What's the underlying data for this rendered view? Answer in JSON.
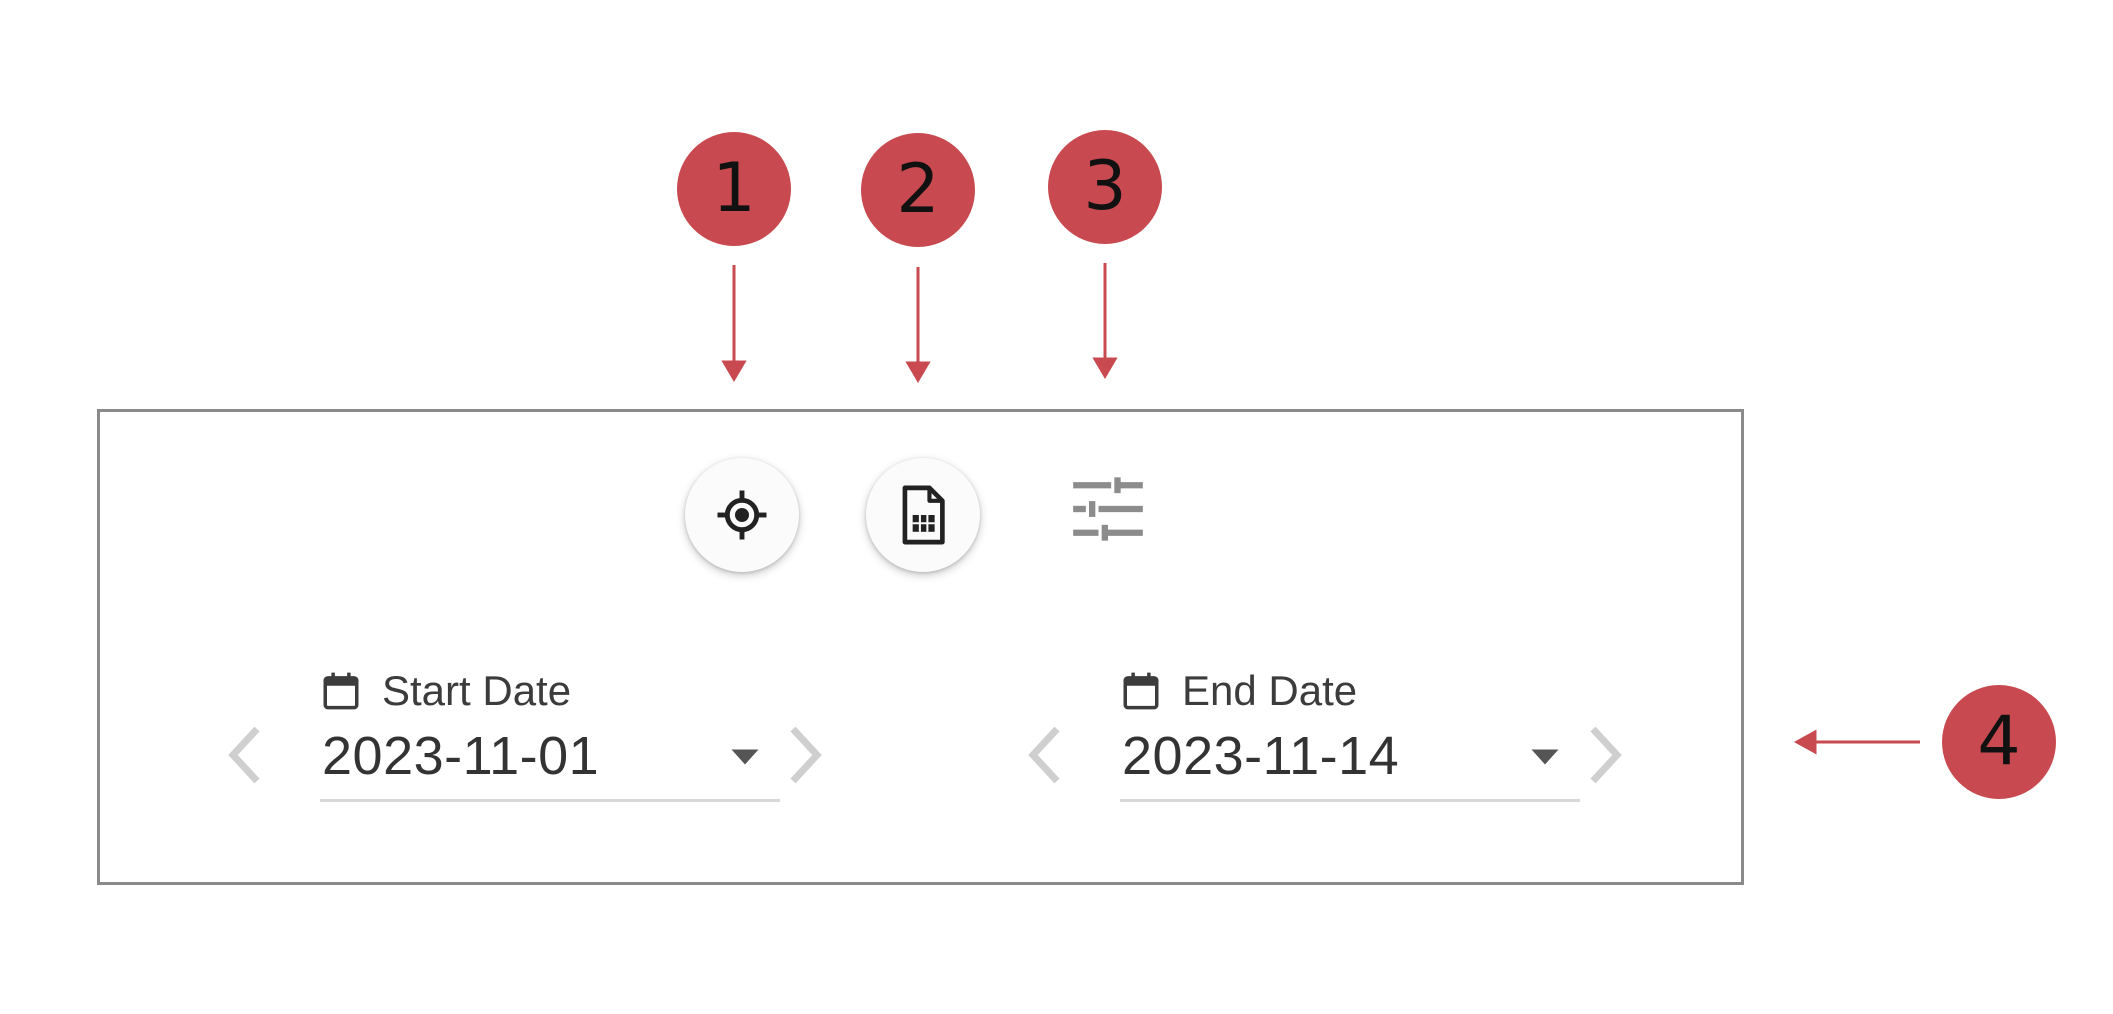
{
  "callouts": [
    "1",
    "2",
    "3",
    "4"
  ],
  "toolbar": {
    "locate_icon": "crosshair-locate-icon",
    "report_icon": "spreadsheet-document-icon",
    "filters_icon": "sliders-tune-icon"
  },
  "start_date": {
    "label": "Start Date",
    "value": "2023-11-01"
  },
  "end_date": {
    "label": "End Date",
    "value": "2023-11-14"
  },
  "colors": {
    "callout": "#c84a50",
    "panel_border": "#8a8a8a",
    "icon_dark": "#222222",
    "icon_muted": "#8c8c8c",
    "chevron": "#cfcfcf"
  }
}
